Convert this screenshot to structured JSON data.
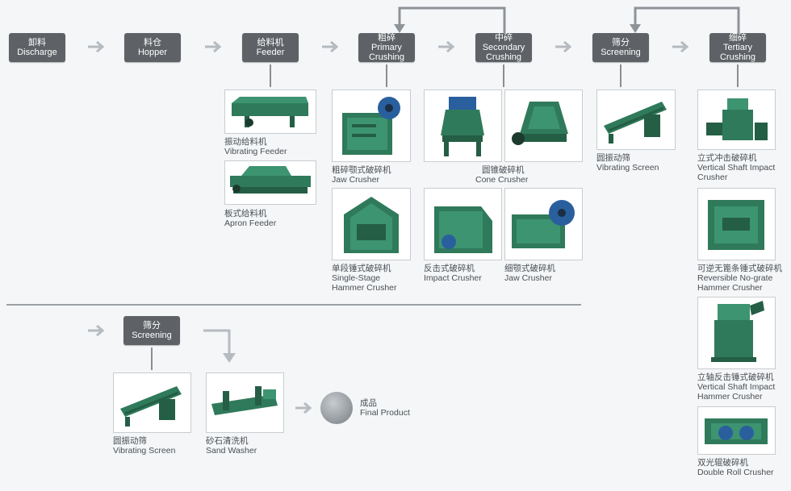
{
  "top_flow": {
    "nodes": [
      {
        "zh": "卸料",
        "en": "Discharge",
        "en2": ""
      },
      {
        "zh": "料仓",
        "en": "Hopper",
        "en2": ""
      },
      {
        "zh": "给料机",
        "en": "Feeder",
        "en2": ""
      },
      {
        "zh": "粗碎",
        "en": "Primary",
        "en2": "Crushing"
      },
      {
        "zh": "中碎",
        "en": "Secondary",
        "en2": "Crushing"
      },
      {
        "zh": "筛分",
        "en": "Screening",
        "en2": ""
      },
      {
        "zh": "细碎",
        "en": "Tertiary",
        "en2": "Crushing"
      }
    ]
  },
  "machines": {
    "vibrating_feeder": {
      "zh": "振动给料机",
      "en": "Vibrating Feeder",
      "en2": ""
    },
    "apron_feeder": {
      "zh": "板式给料机",
      "en": "Apron Feeder",
      "en2": ""
    },
    "jaw_crusher_primary": {
      "zh": "粗碎颚式破碎机",
      "en": "Jaw Crusher",
      "en2": ""
    },
    "single_stage_hammer": {
      "zh": "单段锤式破碎机",
      "en": "Single-Stage",
      "en2": "Hammer Crusher"
    },
    "cone_crusher": {
      "zh": "圆锥破碎机",
      "en": "Cone Crusher",
      "en2": ""
    },
    "impact_crusher": {
      "zh": "反击式破碎机",
      "en": "Impact Crusher",
      "en2": ""
    },
    "jaw_crusher_fine": {
      "zh": "细颚式破碎机",
      "en": "Jaw Crusher",
      "en2": ""
    },
    "vibrating_screen_top": {
      "zh": "圆振动筛",
      "en": "Vibrating Screen",
      "en2": ""
    },
    "vsi": {
      "zh": "立式冲击破碎机",
      "en": "Vertical Shaft Impact",
      "en2": "Crusher"
    },
    "reversible": {
      "zh": "可逆无篦条锤式破碎机",
      "en": "Reversible No-grate",
      "en2": "Hammer Crusher"
    },
    "vertical_hammer": {
      "zh": "立轴反击锤式破碎机",
      "en": "Vertical Shaft Impact",
      "en2": "Hammer Crusher"
    },
    "double_roll": {
      "zh": "双光辊破碎机",
      "en": "Double Roll Crusher",
      "en2": ""
    }
  },
  "bottom_flow": {
    "screening": {
      "zh": "筛分",
      "en": "Screening"
    },
    "vibrating_screen": {
      "zh": "圆振动筛",
      "en": "Vibrating Screen"
    },
    "sand_washer": {
      "zh": "砂石清洗机",
      "en": "Sand Washer"
    },
    "final_product": {
      "zh": "成品",
      "en": "Final Product"
    }
  },
  "colors": {
    "node_bg": "#5e6266",
    "arrow": "#b5bbc0",
    "machine_green": "#2f7a5a",
    "machine_blue": "#2a5f9e",
    "background": "#f4f6f7"
  }
}
